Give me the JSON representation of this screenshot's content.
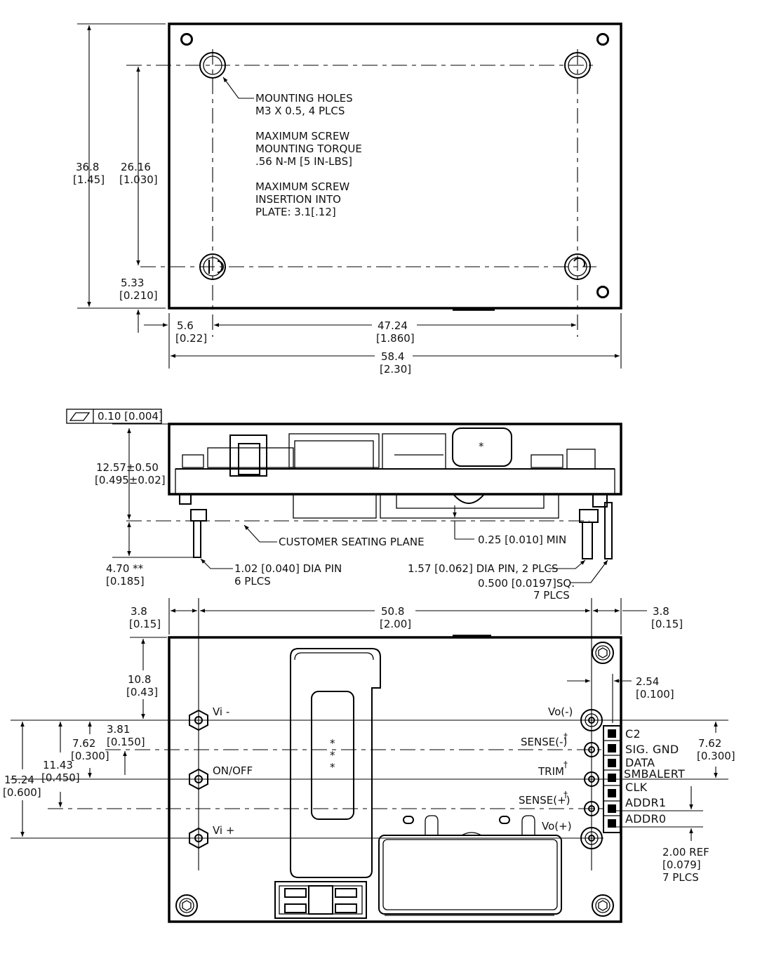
{
  "top_view": {
    "dim_36_8": [
      "36.8",
      "[1.45]"
    ],
    "dim_26_16": [
      "26.16",
      "[1.030]"
    ],
    "dim_5_33": [
      "5.33",
      "[0.210]"
    ],
    "dim_5_6": [
      "5.6",
      "[0.22]"
    ],
    "dim_47_24": [
      "47.24",
      "[1.860]"
    ],
    "dim_58_4": [
      "58.4",
      "[2.30]"
    ],
    "notes": [
      "MOUNTING HOLES",
      "M3 X 0.5, 4 PLCS",
      "",
      "MAXIMUM SCREW",
      "MOUNTING TORQUE",
      ".56 N-M [5 IN-LBS]",
      "",
      "MAXIMUM SCREW",
      "INSERTION INTO",
      "PLATE: 3.1[.12]"
    ]
  },
  "side_view": {
    "flatness": "0.10 [0.004]",
    "dim_height": [
      "12.57±0.50",
      "[0.495±0.02]"
    ],
    "dim_pin": [
      "4.70   **",
      "[0.185]"
    ],
    "star": "*",
    "seating_plane": "CUSTOMER SEATING PLANE",
    "min_gap": "0.25  [0.010] MIN",
    "pin_small": [
      "1.02 [0.040] DIA PIN",
      "6 PLCS"
    ],
    "pin_large": "1.57 [0.062] DIA PIN, 2 PLCS",
    "pin_square": [
      "0.500 [0.0197]SQ.",
      "7 PLCS"
    ]
  },
  "bottom_view": {
    "dim_3_8_left": [
      "3.8",
      "[0.15]"
    ],
    "dim_50_8": [
      "50.8",
      "[2.00]"
    ],
    "dim_3_8_right": [
      "3.8",
      "[0.15]"
    ],
    "dim_10_8": [
      "10.8",
      "[0.43]"
    ],
    "dim_2_54": [
      "2.54",
      "[0.100]"
    ],
    "dim_3_81": [
      "3.81",
      "[0.150]"
    ],
    "dim_7_62_left": [
      "7.62",
      "[0.300]"
    ],
    "dim_11_43": [
      "11.43",
      "[0.450]"
    ],
    "dim_15_24": [
      "15.24",
      "[0.600]"
    ],
    "dim_7_62_right": [
      "7.62",
      "[0.300]"
    ],
    "dim_2_00": [
      "2.00    REF",
      "[0.079]",
      "7 PLCS"
    ],
    "stars": [
      "*",
      "*",
      "*"
    ],
    "dagger": "†",
    "input_pins": [
      "Vi -",
      "ON/OFF",
      "Vi +"
    ],
    "output_pins": [
      "Vo(-)",
      "SENSE(-)",
      "TRIM",
      "SENSE(+)",
      "Vo(+)"
    ],
    "signal_pins": [
      "C2",
      "SIG. GND",
      "DATA",
      "SMBALERT",
      "CLK",
      "ADDR1",
      "ADDR0"
    ]
  }
}
